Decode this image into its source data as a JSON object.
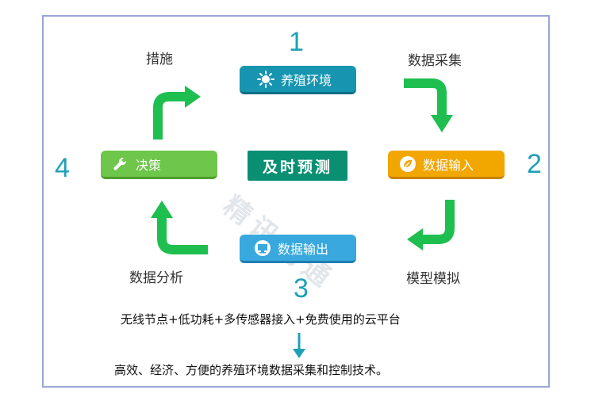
{
  "numbers": [
    "1",
    "2",
    "3",
    "4"
  ],
  "labels": {
    "top_left": "措施",
    "top_right": "数据采集",
    "bottom_left": "数据分析",
    "bottom_right": "模型模拟"
  },
  "boxes": {
    "environment": {
      "label": "养殖环境",
      "icon": "sun-icon",
      "color": "#1795b0"
    },
    "data_input": {
      "label": "数据输入",
      "icon": "leaf-badge-icon",
      "color": "#f1a600"
    },
    "decision": {
      "label": "决策",
      "icon": "wrench-icon",
      "color": "#6ec64a"
    },
    "data_output": {
      "label": "数据输出",
      "icon": "computer-icon",
      "color": "#38a8de"
    }
  },
  "center": {
    "label": "及时预测",
    "color": "#0a8f73"
  },
  "bottom": {
    "line1": "无线节点+低功耗+多传感器接入+免费使用的云平台",
    "line2": "高效、经济、方便的养殖环境数据采集和控制技术。"
  },
  "watermark": "精讯畅通",
  "colors": {
    "number": "#1fa0b7",
    "arrow": "#1fbf4f",
    "frame": "#9aa6d6"
  }
}
